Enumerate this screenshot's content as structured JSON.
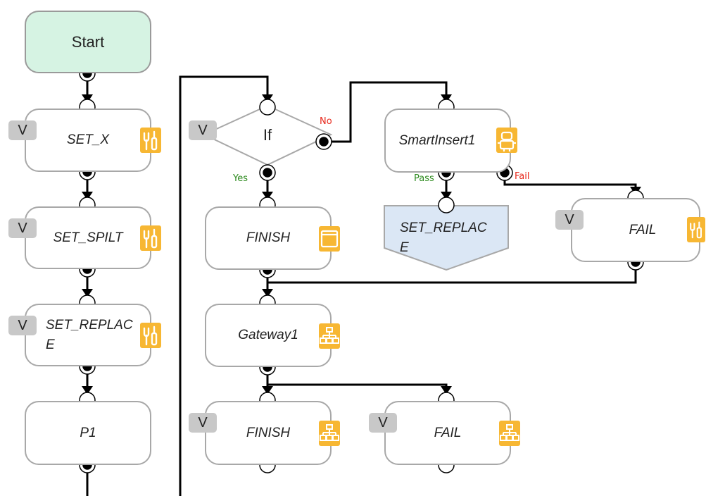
{
  "nodes": {
    "start": "Start",
    "set_x": "SET_X",
    "set_spilt": "SET_SPILT",
    "set_replace_1": "SET_REPLAC\nE",
    "p1": "P1",
    "if": "If",
    "smart_insert": "SmartInsert1",
    "set_replace_2": "SET_REPLAC\nE",
    "fail_right": "FAIL",
    "finish_1": "FINISH",
    "gateway": "Gateway1",
    "finish_2": "FINISH",
    "fail_bottom": "FAIL"
  },
  "badges": {
    "v": "V"
  },
  "edge_labels": {
    "no": "No",
    "yes": "Yes",
    "pass": "Pass",
    "fail": "Fail"
  },
  "colors": {
    "start_fill": "#d6f3e3",
    "node_border": "#a8a8a8",
    "icon_fill": "#f7b733",
    "decision_fill": "#dbe7f5",
    "label_red": "#e8291c",
    "label_green": "#2e8b1f"
  },
  "icons": {
    "tools": "tools-icon",
    "window": "window-icon",
    "hierarchy": "hierarchy-icon",
    "robot": "robot-icon"
  }
}
